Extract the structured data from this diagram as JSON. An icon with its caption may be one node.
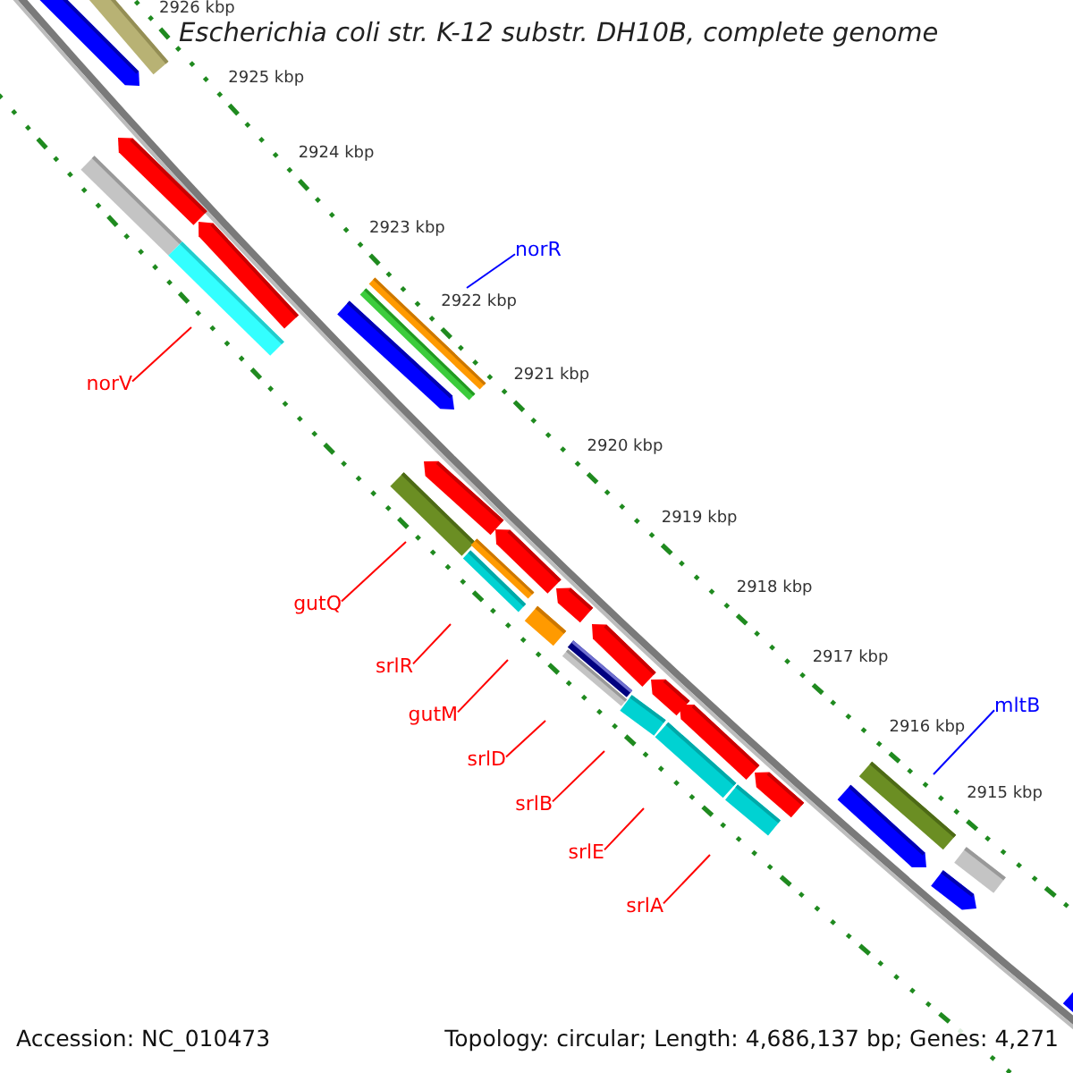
{
  "diagram": {
    "title": "Escherichia coli str. K-12 substr. DH10B, complete genome",
    "nodes": [
      {
        "text": [
          "norR"
        ]
      },
      {
        "text": [
          "norV"
        ]
      },
      {
        "text": [
          "gutQ"
        ]
      },
      {
        "text": [
          "srlR"
        ]
      },
      {
        "text": [
          "mltB"
        ]
      },
      {
        "text": [
          "gutM"
        ]
      },
      {
        "text": [
          "srlD"
        ]
      },
      {
        "text": [
          "srlB"
        ]
      },
      {
        "text": [
          "srlE"
        ]
      },
      {
        "text": [
          "srlA"
        ]
      }
    ],
    "edges": [
      {
        "from": 0,
        "to": null,
        "arrow": "none",
        "color": "#0000ff"
      },
      {
        "from": 1,
        "to": null,
        "arrow": "none"
      },
      {
        "from": 2,
        "to": null,
        "arrow": "none"
      },
      {
        "from": 3,
        "to": null,
        "arrow": "none"
      },
      {
        "from": 4,
        "to": null,
        "arrow": "none",
        "color": "#0000ff"
      },
      {
        "from": 5,
        "to": null,
        "arrow": "none"
      },
      {
        "from": 6,
        "to": null,
        "arrow": "none"
      },
      {
        "from": 7,
        "to": null,
        "arrow": "none"
      },
      {
        "from": 8,
        "to": null,
        "arrow": "none"
      },
      {
        "from": 9,
        "to": null,
        "arrow": "none"
      }
    ],
    "labels": [
      "2926 kbp",
      "2925 kbp",
      "2924 kbp",
      "2923 kbp",
      "2922 kbp",
      "2921 kbp",
      "2920 kbp",
      "2919 kbp",
      "2918 kbp",
      "2917 kbp",
      "2916 kbp",
      "2915 kbp",
      "Accession: NC_010473",
      "Topology: circular; Length: 4,686,137 bp; Genes: 4,271"
    ]
  }
}
